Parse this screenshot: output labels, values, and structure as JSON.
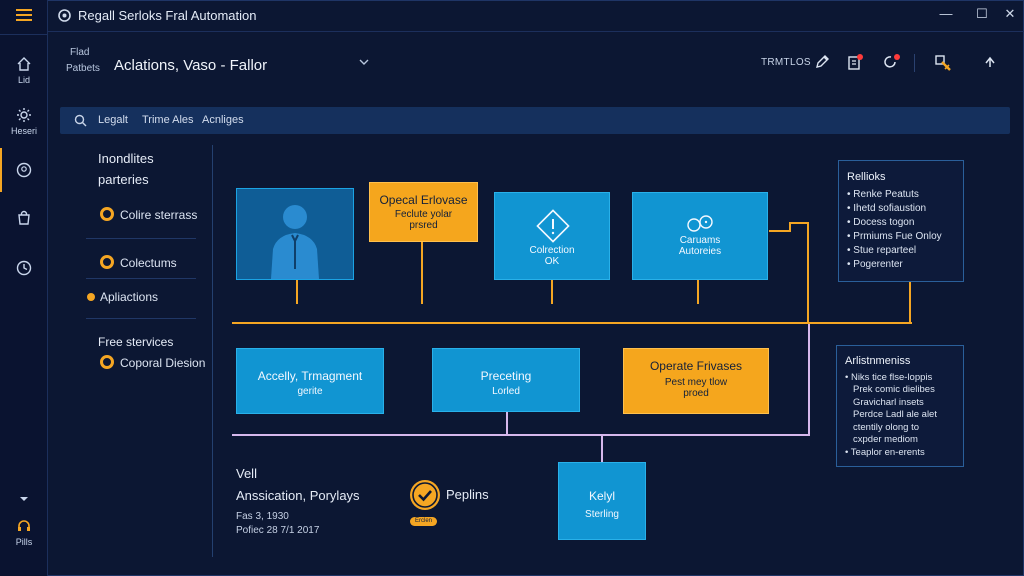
{
  "app": {
    "title": "Regall Serloks Fral Automation"
  },
  "window": {
    "minimize": "—",
    "maximize": "☐",
    "close": "✕"
  },
  "rail": {
    "items": [
      {
        "label": "Lid"
      },
      {
        "label": "Heseri"
      },
      {
        "label": ""
      },
      {
        "label": ""
      },
      {
        "label": ""
      }
    ],
    "bottom_label": "Pills"
  },
  "header": {
    "breadcrumb": [
      "Flad",
      "Patbets"
    ],
    "view_title": "Aclations, Vaso - Fallor",
    "right_label": "TRMTLOS"
  },
  "search": {
    "tabs": [
      "Legalt",
      "Trime Ales",
      "Acnliges"
    ]
  },
  "left_panel": {
    "heading1": [
      "Inondlites",
      "parteries"
    ],
    "items1": [
      "Colire sterrass",
      "Colectums",
      "Apliactions"
    ],
    "heading2": "Free stervices",
    "items2": [
      "Coporal Diesion"
    ]
  },
  "nodes": {
    "n_person": {
      "label": ""
    },
    "n_amber1": {
      "line1": "Opecal Erlovase",
      "line2": "Feclute yolar",
      "line3": "prsred"
    },
    "n_warn": {
      "line1": "Colrection",
      "line2": "OK"
    },
    "n_chat": {
      "line1": "Caruams",
      "line2": "Autoreies"
    },
    "n_accel": {
      "line1": "Accelly, Trmagment",
      "line2": "gerite"
    },
    "n_proc": {
      "line1": "Preceting",
      "line2": "Lorled"
    },
    "n_amber2": {
      "line1": "Operate Frivases",
      "line2": "Pest mey tlow",
      "line3": "proed"
    },
    "n_bottom": {
      "line1": "Kelyl",
      "line2": "Sterling"
    }
  },
  "info1": {
    "title": "Rellioks",
    "lines": [
      "• Renke Peatuts",
      "• Ihetd sofiaustion",
      "• Docess togon",
      "• Prmiums Fue Onloy",
      "• Stue reparteel",
      "• Pogerenter"
    ]
  },
  "info2": {
    "title": "Arlistnmeniss",
    "lines": [
      "• Niks tice flse-loppis",
      "Prek comic dielibes",
      "Gravicharl insets",
      "Perdce Ladl ale alet",
      "ctentily olong to",
      "cxpder mediom",
      "• Teaplor en-erents"
    ]
  },
  "footer": {
    "label": "Vell",
    "title": "Anssication, Porylays",
    "meta1": "Fas 3, 1930",
    "meta2": "Pofiec 28 7/1 2017",
    "badge": "Peplins",
    "tag": "Erclen"
  },
  "colors": {
    "bg": "#0c1733",
    "accent": "#f5a623",
    "node_blue": "#1195d2",
    "connector_lilac": "#d6b8ec"
  }
}
